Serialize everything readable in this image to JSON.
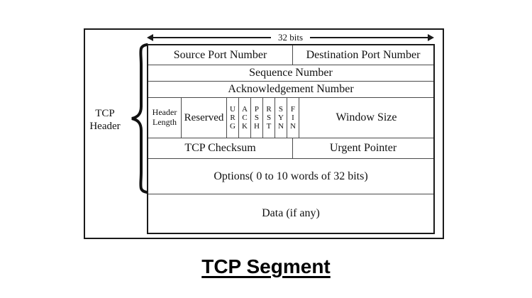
{
  "caption": "TCP Segment",
  "diagram": {
    "bits_label": "32 bits",
    "side_label": "TCP\nHeader",
    "rows": {
      "source_port": "Source Port Number",
      "dest_port": "Destination Port Number",
      "sequence": "Sequence Number",
      "ack": "Acknowledgement Number",
      "header_length": "Header\nLength",
      "reserved": "Reserved",
      "flags": [
        "U\nR\nG",
        "A\nC\nK",
        "P\nS\nH",
        "R\nS\nT",
        "S\nY\nN",
        "F\nI\nN"
      ],
      "window_size": "Window Size",
      "checksum": "TCP Checksum",
      "urgent_pointer": "Urgent Pointer",
      "options": "Options( 0 to 10 words of 32 bits)",
      "data": "Data (if any)"
    }
  },
  "colors": {
    "line": "#1a1a1a",
    "inner_line": "#4a4a4a",
    "background": "#ffffff"
  }
}
